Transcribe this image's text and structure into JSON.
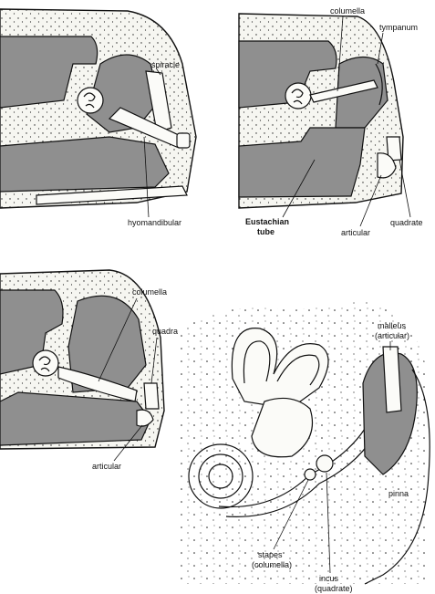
{
  "panels": {
    "fish": {
      "labels": {
        "spiracle": "spiracle",
        "hyomandibular": "hyomandibular"
      }
    },
    "amphibian": {
      "labels": {
        "columella": "columella",
        "tympanum": "tympanum",
        "eustachian_1": "Eustachian",
        "eustachian_2": "tube",
        "articular": "articular",
        "quadrate": "quadrate"
      }
    },
    "reptile": {
      "labels": {
        "columella": "columella",
        "quadrate": "quadrate",
        "articular": "articular"
      }
    },
    "mammal": {
      "labels": {
        "malleus_1": "malleus",
        "malleus_2": "(articular)",
        "pinna": "pinna",
        "stapes_1": "stapes",
        "stapes_2": "(columella)",
        "incus_1": "incus",
        "incus_2": "(quadrate)"
      }
    }
  },
  "colors": {
    "cavity": "#8f8f8f",
    "tissue": "#f6f6f1",
    "ink": "#111111"
  }
}
